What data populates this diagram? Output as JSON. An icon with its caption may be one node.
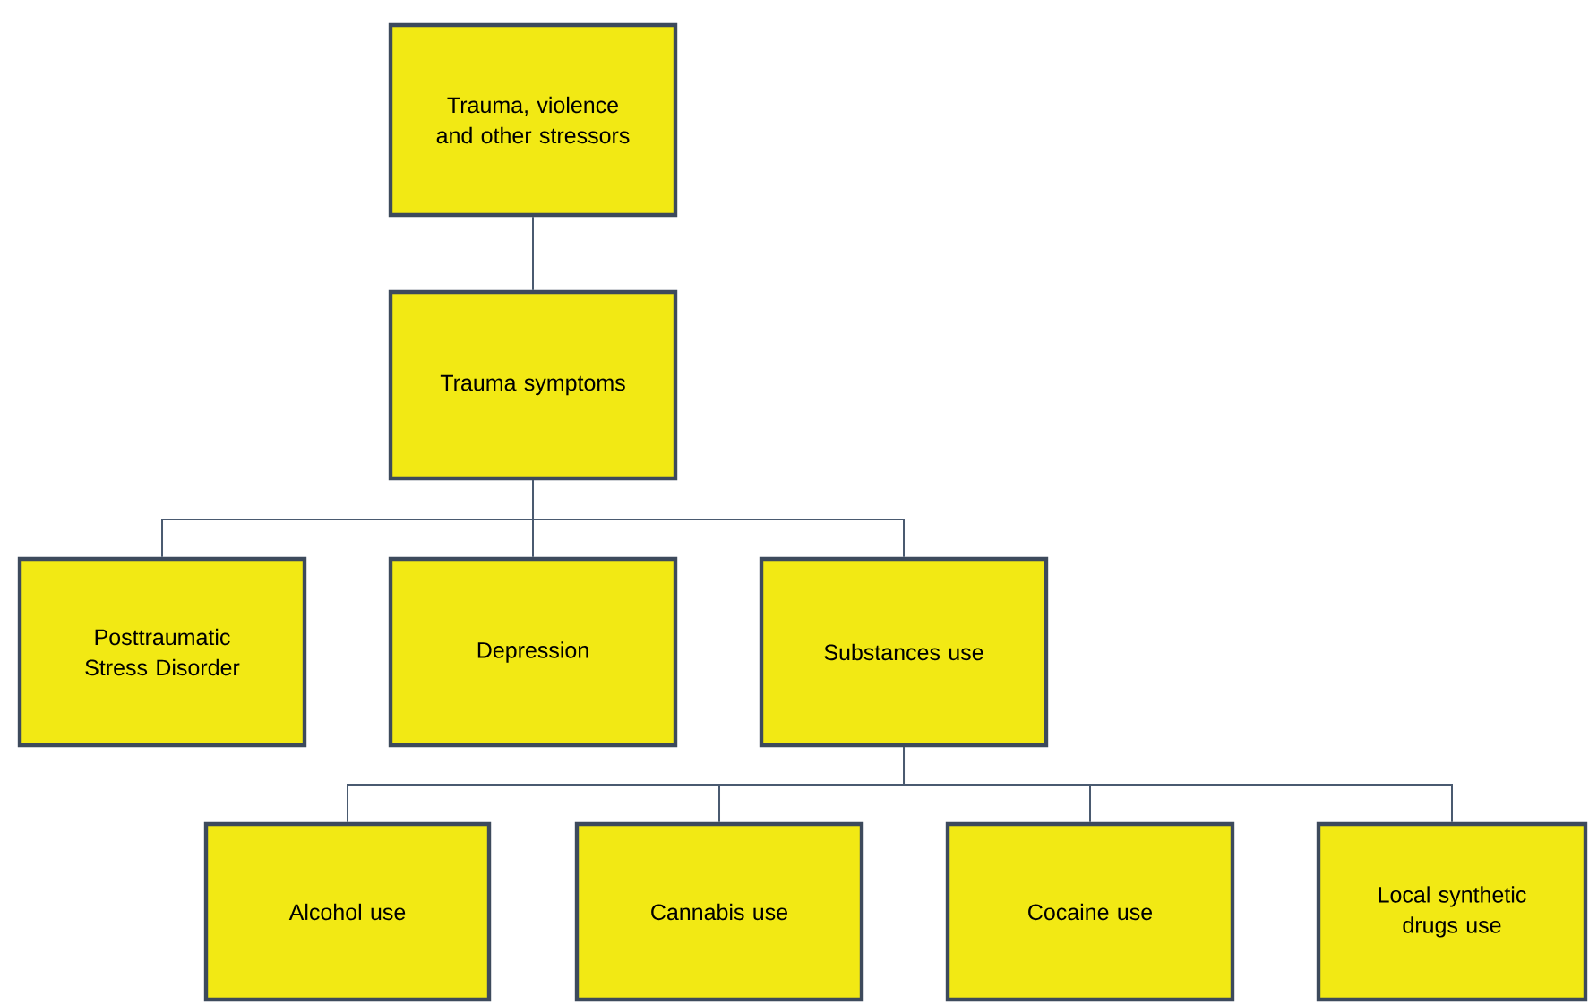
{
  "diagram": {
    "nodes": [
      {
        "text": [
          "Trauma, violence and other stressors"
        ]
      },
      {
        "text": [
          "Trauma symptoms"
        ]
      },
      {
        "text": [
          "Posttraumatic Stress Disorder"
        ]
      },
      {
        "text": [
          "Depression"
        ]
      },
      {
        "text": [
          "Substances use"
        ]
      },
      {
        "text": [
          "Alcohol use"
        ]
      },
      {
        "text": [
          "Cannabis use"
        ]
      },
      {
        "text": [
          "Cocaine use"
        ]
      },
      {
        "text": [
          "Local synthetic drugs use"
        ]
      }
    ],
    "edges": [
      {
        "from": 0,
        "to": 1,
        "arrow": "none"
      },
      {
        "from": 1,
        "to": 2,
        "arrow": "none"
      },
      {
        "from": 1,
        "to": 3,
        "arrow": "none"
      },
      {
        "from": 1,
        "to": 4,
        "arrow": "none"
      },
      {
        "from": 4,
        "to": 5,
        "arrow": "none"
      },
      {
        "from": 4,
        "to": 6,
        "arrow": "none"
      },
      {
        "from": 4,
        "to": 7,
        "arrow": "none"
      },
      {
        "from": 4,
        "to": 8,
        "arrow": "none"
      }
    ]
  }
}
